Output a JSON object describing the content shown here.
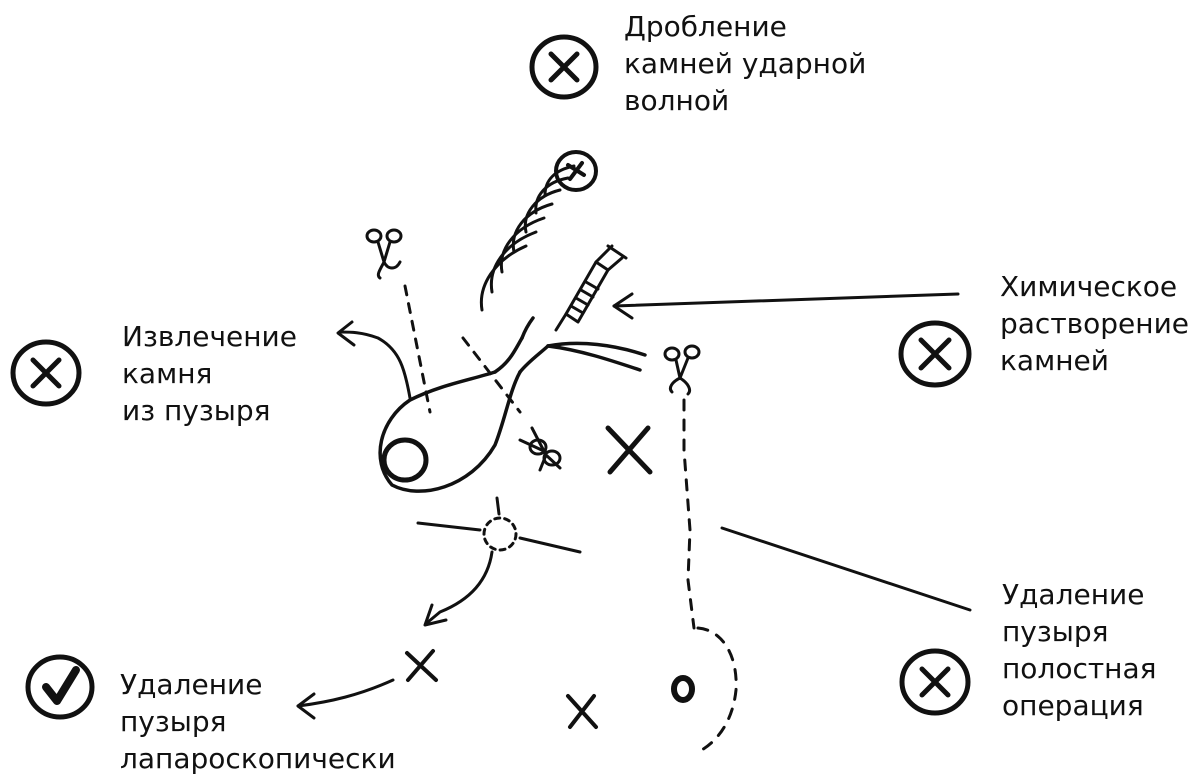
{
  "diagram": {
    "ink_color": "#111111",
    "background": "#ffffff",
    "options": [
      {
        "key": "shockwave",
        "lines": [
          "Дробление",
          "камней ударной",
          "волной"
        ],
        "status": "rejected",
        "status_icon": "cross-circle-icon"
      },
      {
        "key": "chemical",
        "lines": [
          "Химическое",
          "растворение",
          "камней"
        ],
        "status": "rejected",
        "status_icon": "cross-circle-icon"
      },
      {
        "key": "extraction",
        "lines": [
          "Извлечение",
          "камня",
          "из пузыря"
        ],
        "status": "rejected",
        "status_icon": "cross-circle-icon"
      },
      {
        "key": "open_surgery",
        "lines": [
          "Удаление",
          "пузыря",
          "полостная",
          "операция"
        ],
        "status": "rejected",
        "status_icon": "cross-circle-icon"
      },
      {
        "key": "laparoscopic",
        "lines": [
          "Удаление",
          "пузыря",
          "лапароскопически"
        ],
        "status": "chosen",
        "status_icon": "check-circle-icon"
      }
    ]
  }
}
